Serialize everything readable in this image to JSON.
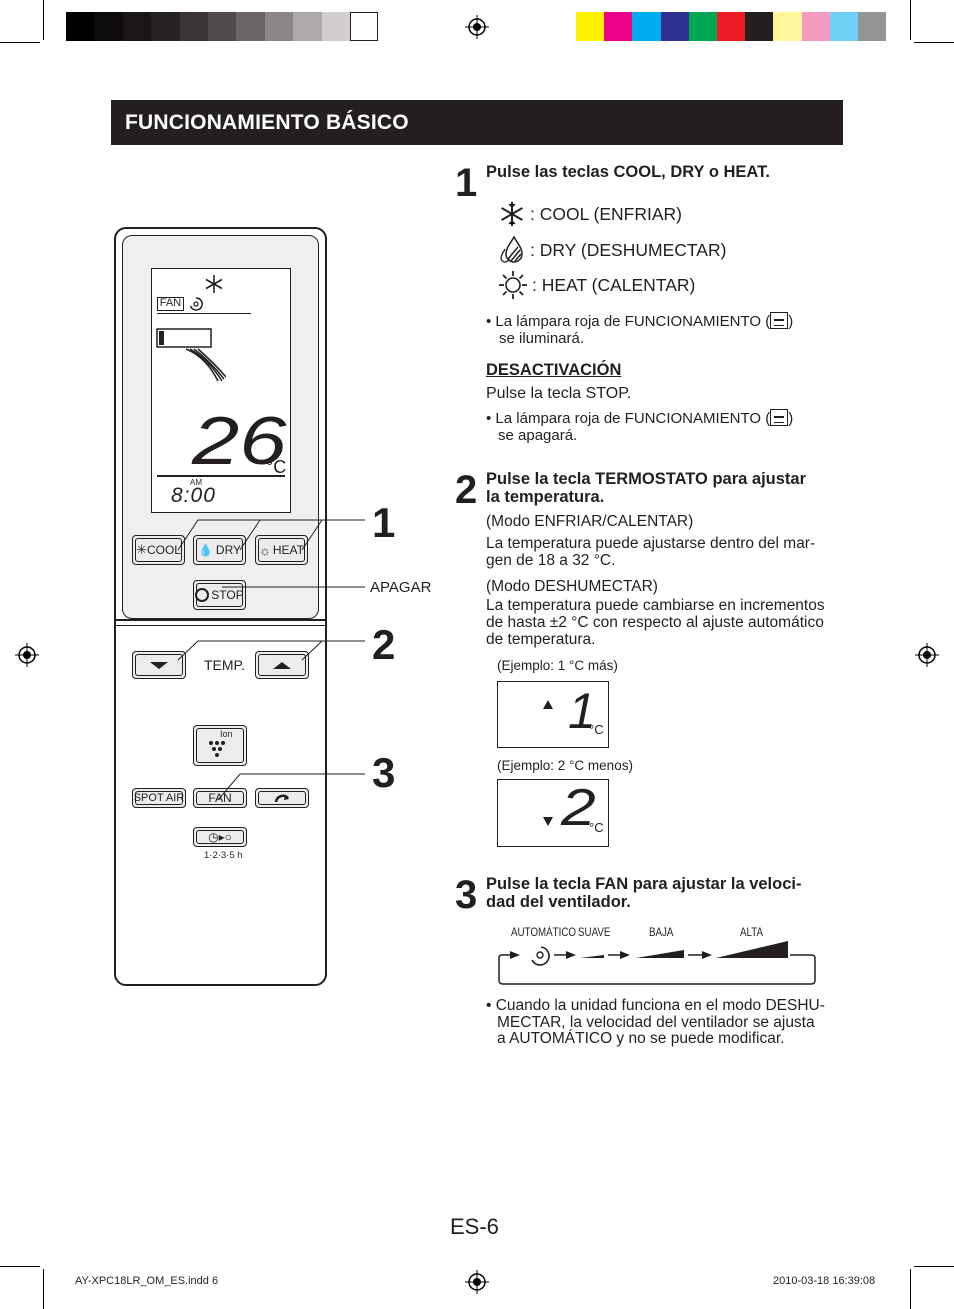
{
  "header": {
    "title": "FUNCIONAMIENTO BÁSICO"
  },
  "colors": {
    "gray_scale": [
      "#000000",
      "#0d0b0c",
      "#1a1617",
      "#272223",
      "#3b3536",
      "#514a4b",
      "#6b6465",
      "#8c8687",
      "#ada8a9",
      "#d2cecf",
      "#ffffff"
    ],
    "process": [
      "#fff200",
      "#ec008c",
      "#00aeef",
      "#2e3192",
      "#00a651",
      "#ed1c24",
      "#231f20",
      "#fff799",
      "#f49ac1",
      "#6dcff6",
      "#959595"
    ]
  },
  "remote": {
    "lcd": {
      "fan_label": "FAN",
      "temperature": "26",
      "unit": "°C",
      "am": "AM",
      "time": "8:00"
    },
    "buttons": {
      "cool": "COOL",
      "dry": "DRY",
      "heat": "HEAT",
      "stop": "STOP",
      "temp": "TEMP.",
      "ion": "Ion",
      "spot_air": "SPOT AIR",
      "fan": "FAN",
      "timer_label": "1·2·3·5 h"
    },
    "callouts": [
      "1",
      "2",
      "3"
    ],
    "apagar": "APAGAR"
  },
  "step1": {
    "number": "1",
    "heading": "Pulse las teclas COOL, DRY o HEAT.",
    "modes": [
      {
        "icon": "snowflake-icon",
        "label": ": COOL (ENFRIAR)"
      },
      {
        "icon": "droplets-icon",
        "label": ": DRY (DESHUMECTAR)"
      },
      {
        "icon": "sun-icon",
        "label": ": HEAT (CALENTAR)"
      }
    ],
    "note_a": "La lámpara roja de FUNCIONAMIENTO (",
    "note_b": ")",
    "note_c": "se iluminará.",
    "off_title": "DESACTIVACIÓN",
    "off_text": "Pulse la tecla STOP.",
    "off_note_a": "La lámpara roja de FUNCIONAMIENTO (",
    "off_note_b": ")",
    "off_note_c": "se apagará."
  },
  "step2": {
    "number": "2",
    "heading_1": "Pulse la tecla TERMOSTATO para ajustar",
    "heading_2": "la temperatura.",
    "mode_a": "(Modo ENFRIAR/CALENTAR)",
    "text_a_1": "La temperatura puede ajustarse dentro del mar-",
    "text_a_2": "gen de 18 a 32 °C.",
    "mode_b": "(Modo DESHUMECTAR)",
    "text_b_1": "La temperatura puede cambiarse en incrementos",
    "text_b_2": "de hasta ±2 °C con respecto al ajuste automático",
    "text_b_3": "de temperatura.",
    "example_1": {
      "caption": "(Ejemplo: 1 °C más)",
      "value": "1",
      "unit": "°C"
    },
    "example_2": {
      "caption": "(Ejemplo: 2 °C menos)",
      "value": "2",
      "unit": "°C"
    }
  },
  "step3": {
    "number": "3",
    "heading_1": "Pulse la tecla FAN para ajustar la veloci-",
    "heading_2": "dad del ventilador.",
    "speeds": [
      "AUTOMÁTICO",
      "SUAVE",
      "BAJA",
      "ALTA"
    ],
    "note_1": "Cuando la unidad funciona en el modo DESHU-",
    "note_2": "MECTAR, la velocidad del ventilador se ajusta",
    "note_3": "a AUTOMÁTICO y no se puede modificar."
  },
  "footer": {
    "page": "ES-6",
    "file": "AY-XPC18LR_OM_ES.indd   6",
    "timestamp": "2010-03-18   16:39:08"
  }
}
